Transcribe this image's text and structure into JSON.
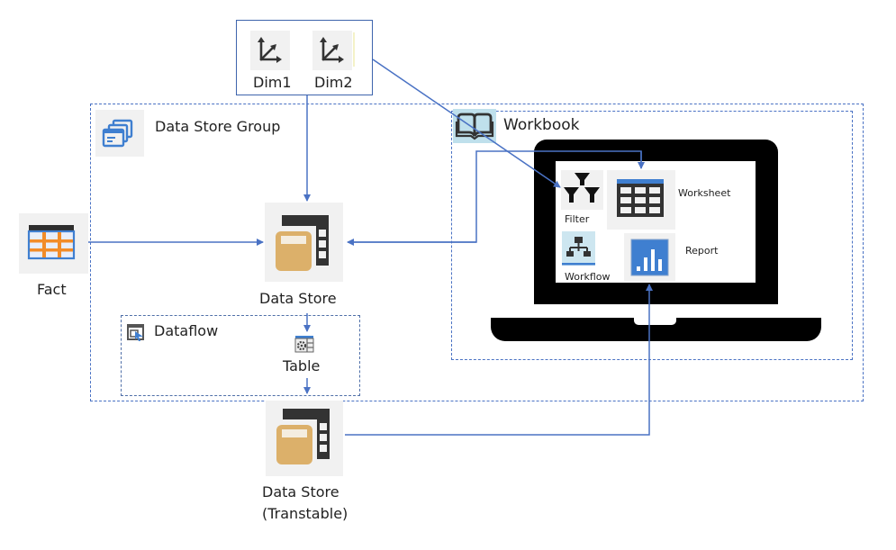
{
  "dimensions": {
    "items": [
      {
        "label": "Dim1",
        "icon": "axis-icon"
      },
      {
        "label": "Dim2",
        "icon": "axis-icon"
      }
    ]
  },
  "data_store_group": {
    "label": "Data Store Group",
    "icon": "stacked-windows-icon"
  },
  "fact": {
    "label": "Fact",
    "icon": "fact-table-icon"
  },
  "data_store": {
    "label": "Data Store",
    "icon": "data-store-icon"
  },
  "dataflow": {
    "label": "Dataflow",
    "icon": "dataflow-icon",
    "table_label": "Table"
  },
  "transtable": {
    "label_line1": "Data Store",
    "label_line2": "(Transtable)",
    "icon": "data-store-icon"
  },
  "workbook": {
    "label": "Workbook",
    "icon": "open-book-icon",
    "items": {
      "filter": "Filter",
      "worksheet": "Worksheet",
      "workflow": "Workflow",
      "report": "Report"
    }
  },
  "colors": {
    "connector": "#4a72c4",
    "dashed_border": "#4a72c4",
    "store_orange": "#dcb06a",
    "fact_orange": "#f28c28",
    "accent_blue": "#3f7fd0",
    "laptop": "#000000"
  }
}
